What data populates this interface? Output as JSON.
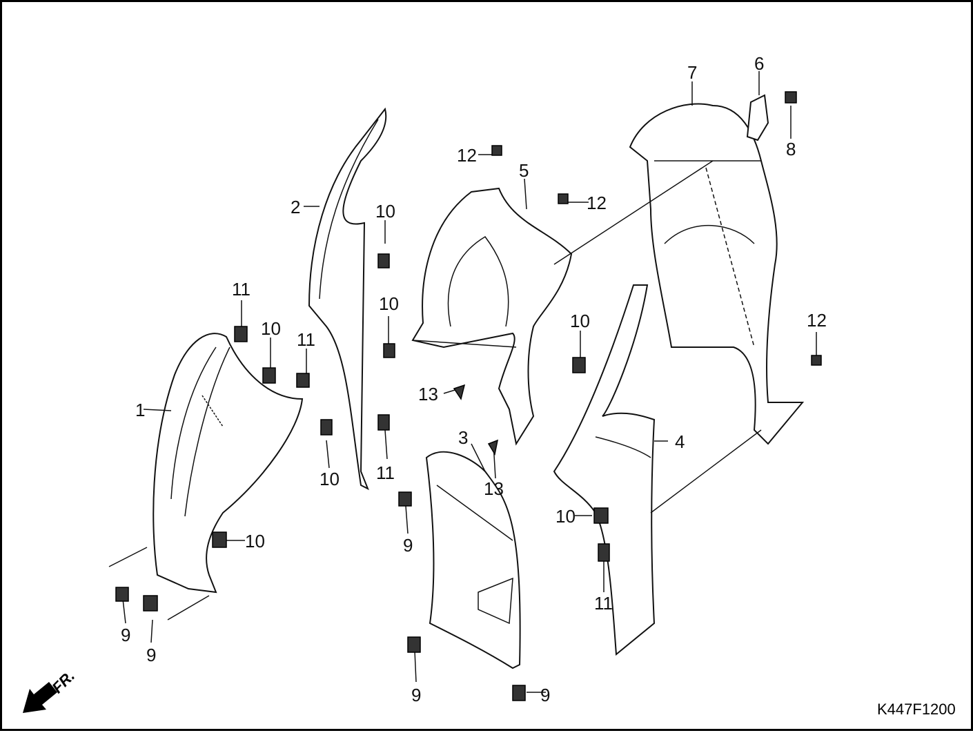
{
  "diagram": {
    "drawing_code": "K447F1200",
    "direction_marker": "FR.",
    "callouts": [
      "1",
      "2",
      "3",
      "4",
      "5",
      "6",
      "7",
      "8",
      "9",
      "9",
      "9",
      "9",
      "9",
      "10",
      "10",
      "10",
      "10",
      "10",
      "10",
      "10",
      "11",
      "11",
      "11",
      "11",
      "12",
      "12",
      "12",
      "13",
      "13"
    ],
    "parts": [
      "1",
      "2",
      "3",
      "4",
      "5",
      "6",
      "7",
      "8",
      "9",
      "10",
      "11",
      "12",
      "13"
    ]
  }
}
